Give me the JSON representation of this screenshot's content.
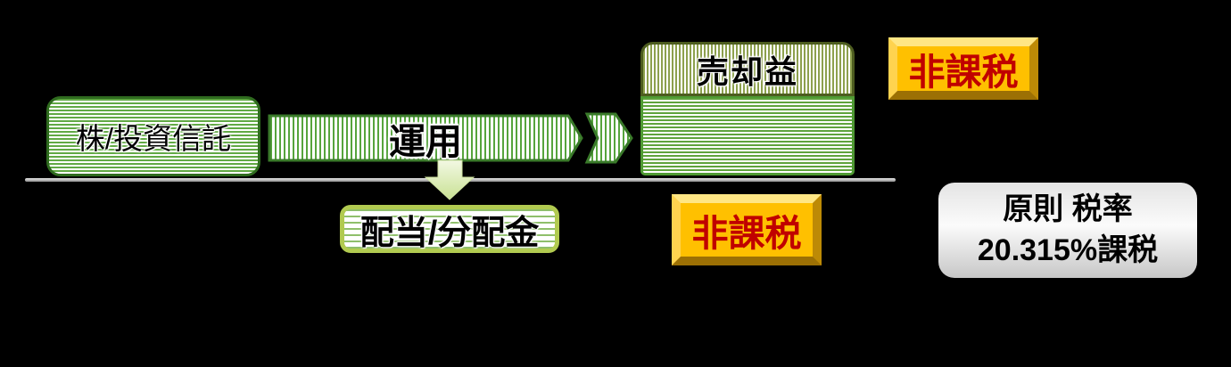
{
  "diagram": {
    "title_context": "NISA tax-exemption flow",
    "asset_box_label": "株/投資信託",
    "operation_label": "運用",
    "gain_box_label": "売却益",
    "dividend_box_label": "配当/分配金",
    "gain_badge_label": "非課税",
    "dividend_badge_label": "非課税",
    "tax_note_line1": "原則 税率",
    "tax_note_line2": "20.315%課税"
  },
  "colors": {
    "background": "#000000",
    "stripe_green": "#5fa33c",
    "stripe_olive": "#8da04d",
    "box_border_dark_green": "#2f6b1f",
    "arrow_border_green": "#3a7a2a",
    "dividend_border_yellow_green": "#b1ca50",
    "down_arrow_light_green": "#d9ecae",
    "badge_gold": "#ffc000",
    "badge_bevel_light": "#ffe684",
    "badge_bevel_dark": "#9c7004",
    "badge_text_red": "#c00000",
    "baseline_gray": "#8c8c8c",
    "note_gradient_gray": "#c7c7c7"
  }
}
